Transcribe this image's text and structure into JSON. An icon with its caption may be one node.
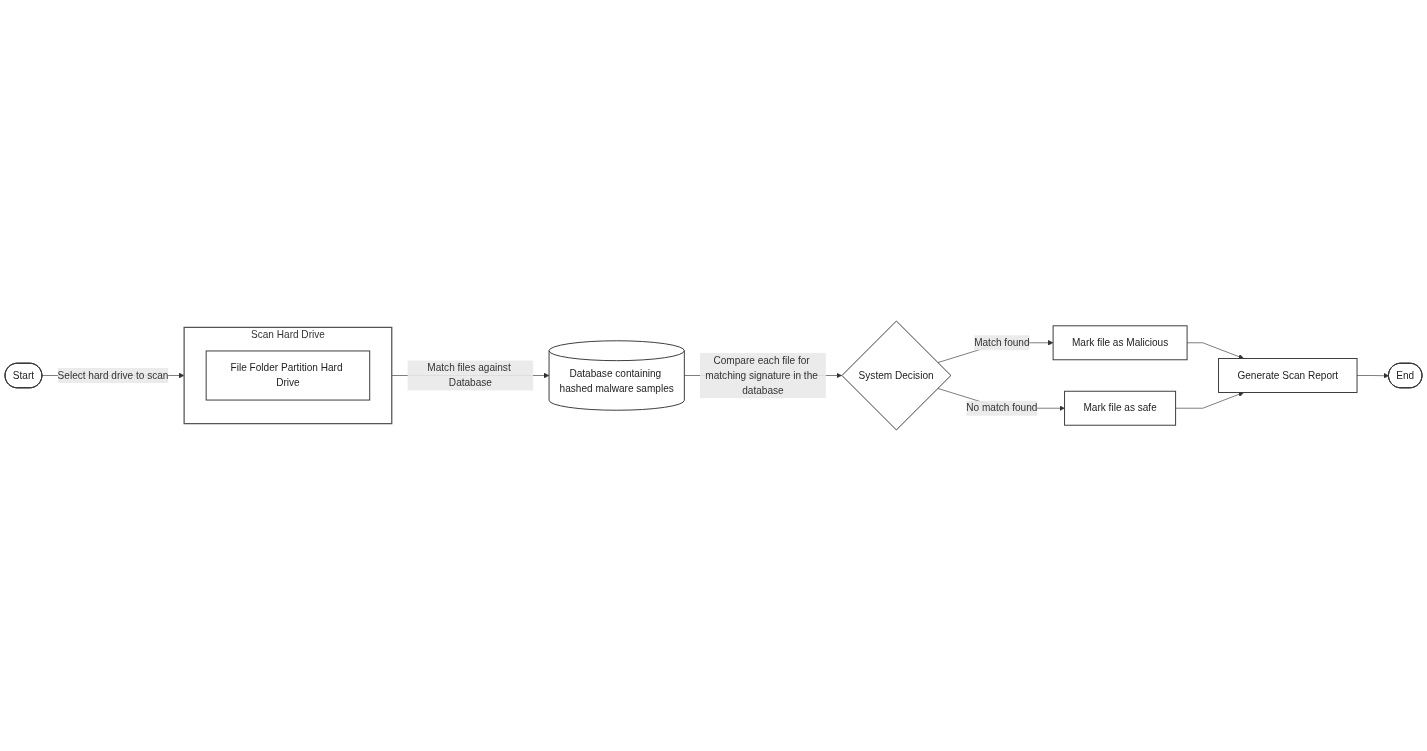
{
  "diagram": {
    "nodes": [
      {
        "text": [
          "Start"
        ]
      },
      {
        "text": [
          "Scan Hard Drive"
        ]
      },
      {
        "text": [
          "File Folder Partition Hard Drive"
        ],
        "in": 1
      },
      {
        "text": [
          "Database containing hashed malware samples"
        ]
      },
      {
        "text": [
          "System Decision"
        ]
      },
      {
        "text": [
          "Mark file as Malicious"
        ]
      },
      {
        "text": [
          "Mark file as safe"
        ]
      },
      {
        "text": [
          "Generate Scan Report"
        ]
      },
      {
        "text": [
          "End"
        ]
      }
    ],
    "edges": [
      {
        "from": 0,
        "to": 1,
        "arrow": "to",
        "label": "Select hard drive to scan"
      },
      {
        "from": 1,
        "to": 3,
        "arrow": "to",
        "label": "Match files against Database"
      },
      {
        "from": 3,
        "to": 4,
        "arrow": "to",
        "label": "Compare each file for matching signature in the database"
      },
      {
        "from": 4,
        "to": 5,
        "arrow": "to",
        "label": "Match found"
      },
      {
        "from": 4,
        "to": 6,
        "arrow": "to",
        "label": "No match found"
      },
      {
        "from": 5,
        "to": 7,
        "arrow": "to"
      },
      {
        "from": 6,
        "to": 7,
        "arrow": "to"
      },
      {
        "from": 7,
        "to": 8,
        "arrow": "to"
      }
    ]
  }
}
